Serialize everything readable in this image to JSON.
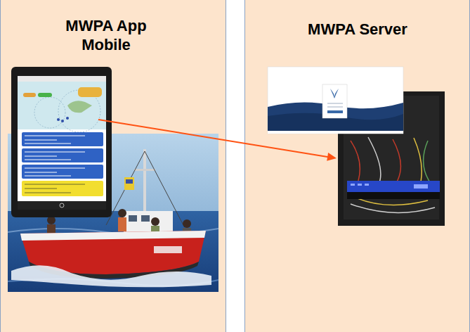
{
  "diagram": {
    "nodes": [
      {
        "text": [
          "MWPA App Mobile"
        ]
      },
      {
        "text": [
          "MWPA Server"
        ]
      }
    ],
    "edges": [
      {
        "from": 0,
        "to": 1,
        "arrow": "to"
      }
    ]
  }
}
